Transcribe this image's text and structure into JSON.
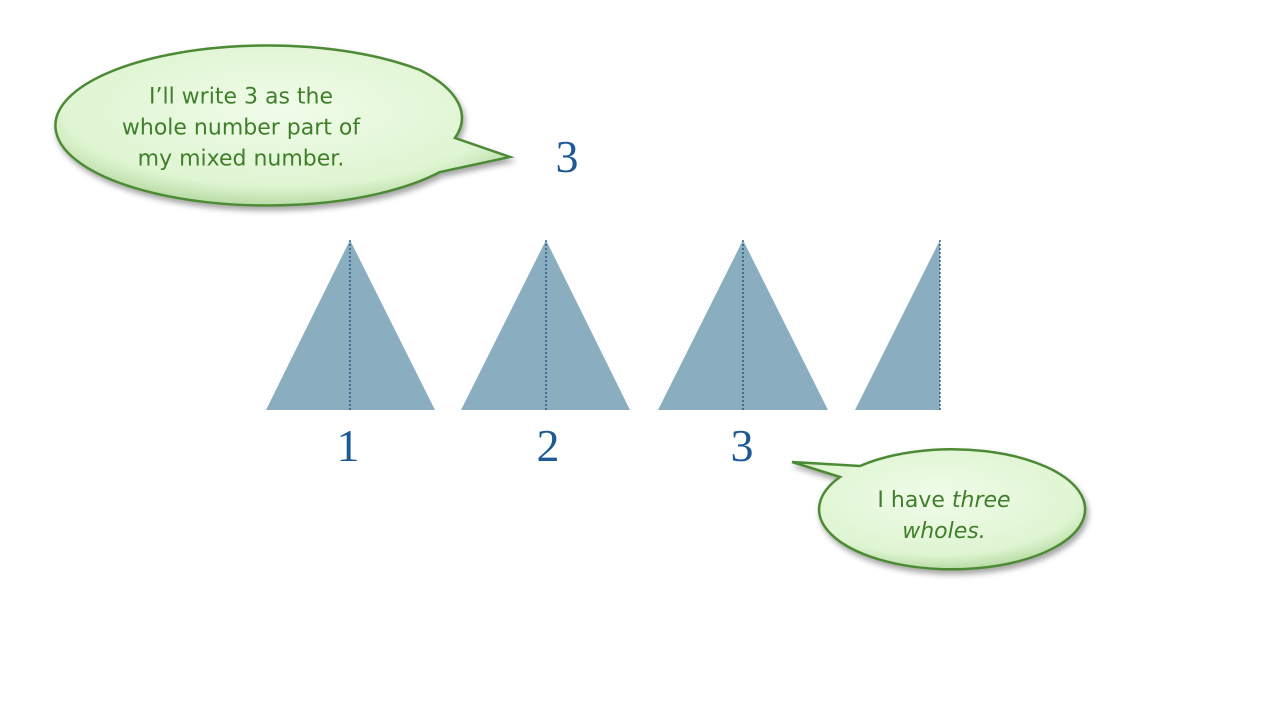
{
  "colors": {
    "shape_fill": "#8aaec0",
    "number": "#1d5a93",
    "bubble_fill": "#e2f7d6",
    "bubble_stroke": "#4e8a36",
    "text": "#3f7f2a"
  },
  "bubble_top": {
    "lines": [
      "I’ll write 3 as the",
      "whole number part of",
      "my mixed number."
    ]
  },
  "bubble_bottom": {
    "text_plain": "I have ",
    "text_italic": "three",
    "line2": "wholes."
  },
  "whole_number": "3",
  "shapes": {
    "whole_count": 3,
    "extra_halves": 1
  },
  "labels": [
    "1",
    "2",
    "3"
  ]
}
